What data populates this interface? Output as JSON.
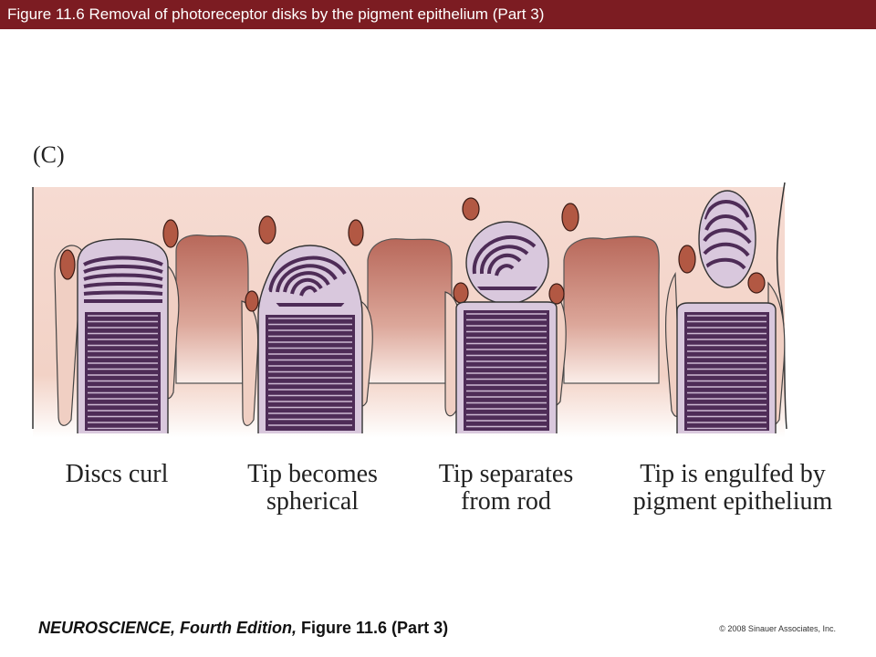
{
  "header": {
    "title": "Figure 11.6  Removal of photoreceptor disks by the pigment epithelium (Part 3)"
  },
  "figure": {
    "panel_label": "(C)",
    "stages": [
      {
        "line1": "Discs curl",
        "line2": ""
      },
      {
        "line1": "Tip becomes",
        "line2": "spherical"
      },
      {
        "line1": "Tip separates",
        "line2": "from rod"
      },
      {
        "line1": "Tip is engulfed by",
        "line2": "pigment epithelium"
      }
    ]
  },
  "footer": {
    "book": "NEUROSCIENCE,",
    "edition": " Fourth Edition, ",
    "figure_ref": "Figure 11.6 (Part 3)",
    "copyright": "© 2008 Sinauer Associates, Inc."
  },
  "colors": {
    "title_bar": "#7c1c22",
    "epithelium_pink": "#f2d2c6",
    "rod_lilac": "#d9c8dd",
    "disc_purple": "#4e2c57",
    "granule_brown": "#b25843"
  }
}
